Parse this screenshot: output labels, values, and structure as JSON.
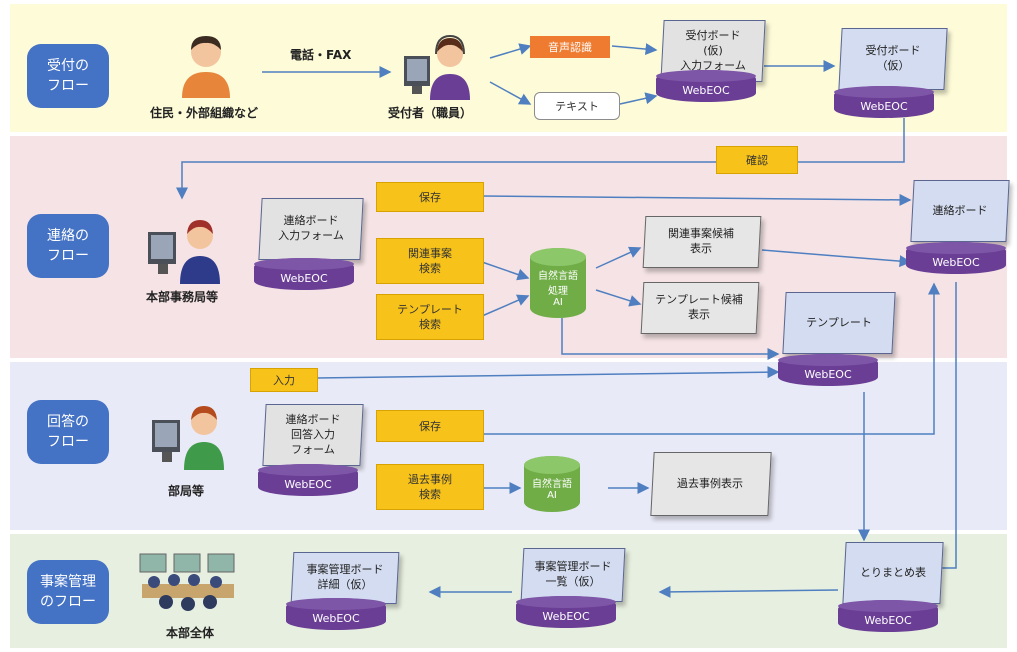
{
  "lanes": {
    "reception": {
      "label": "受付の\nフロー"
    },
    "contact": {
      "label": "連絡の\nフロー"
    },
    "answer": {
      "label": "回答の\nフロー"
    },
    "mgmt": {
      "label": "事案管理\nのフロー"
    }
  },
  "actors": {
    "residents": "住民・外部組織など",
    "receptionist": "受付者（職員）",
    "hq_office": "本部事務局等",
    "departments": "部局等",
    "hq_all": "本部全体"
  },
  "edges": {
    "phone_fax": "電話・FAX"
  },
  "platform": "WebEOC",
  "boards": {
    "reception_input": "受付ボード\n(仮)\n入力フォーム",
    "reception_board": "受付ボード\n（仮）",
    "contact_input": "連絡ボード\n入力フォーム",
    "contact_board": "連絡ボード",
    "template": "テンプレート",
    "answer_input": "連絡ボード\n回答入力\nフォーム",
    "summary": "とりまとめ表",
    "case_list": "事案管理ボード\n一覧（仮）",
    "case_detail": "事案管理ボード\n詳細（仮）"
  },
  "docs": {
    "related_candidates": "関連事案候補\n表示",
    "template_candidates": "テンプレート候補\n表示",
    "past_cases": "過去事例表示"
  },
  "actions": {
    "confirm": "確認",
    "save_contact": "保存",
    "related_search": "関連事案\n検索",
    "template_search": "テンプレート\n検索",
    "input": "入力",
    "save_answer": "保存",
    "past_search": "過去事例\n検索"
  },
  "inputs": {
    "voice": "音声認識",
    "text": "テキスト"
  },
  "databases": {
    "db1": "自然言語\n処理\nAI",
    "db2": "自然言語\nAI"
  },
  "colors": {
    "lane_label": "#4472c4",
    "action": "#f7c21a",
    "webeoc": "#6a3e95",
    "database": "#70ad47",
    "arrow": "#4f7fc0"
  }
}
